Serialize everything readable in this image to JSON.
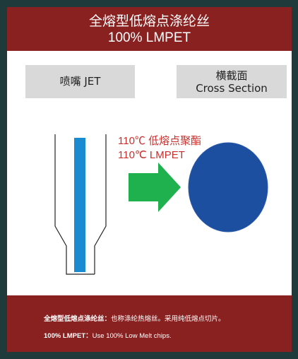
{
  "header": {
    "title_cn": "全熔型低熔点涤纶丝",
    "title_en": "100% LMPET"
  },
  "labels": {
    "jet": "喷嘴 JET",
    "cross_cn": "横截面",
    "cross_en": "Cross Section",
    "material_cn": "110℃ 低熔点聚酯",
    "material_en": "110℃ LMPET"
  },
  "footer": {
    "line1_bold": "全熔型低熔点涤纶丝",
    "line1_sep": "：",
    "line1_text": "也称涤纶热熔丝。采用纯低熔点切片。",
    "line2_bold": "100% LMPET",
    "line2_sep": "：",
    "line2_text": "Use 100% Low Melt chips."
  },
  "colors": {
    "header_bg": "#8a2121",
    "filament": "#1a8bd0",
    "arrow": "#1fb14e",
    "cross_section": "#1d4fa0",
    "red_text": "#c8302c"
  }
}
